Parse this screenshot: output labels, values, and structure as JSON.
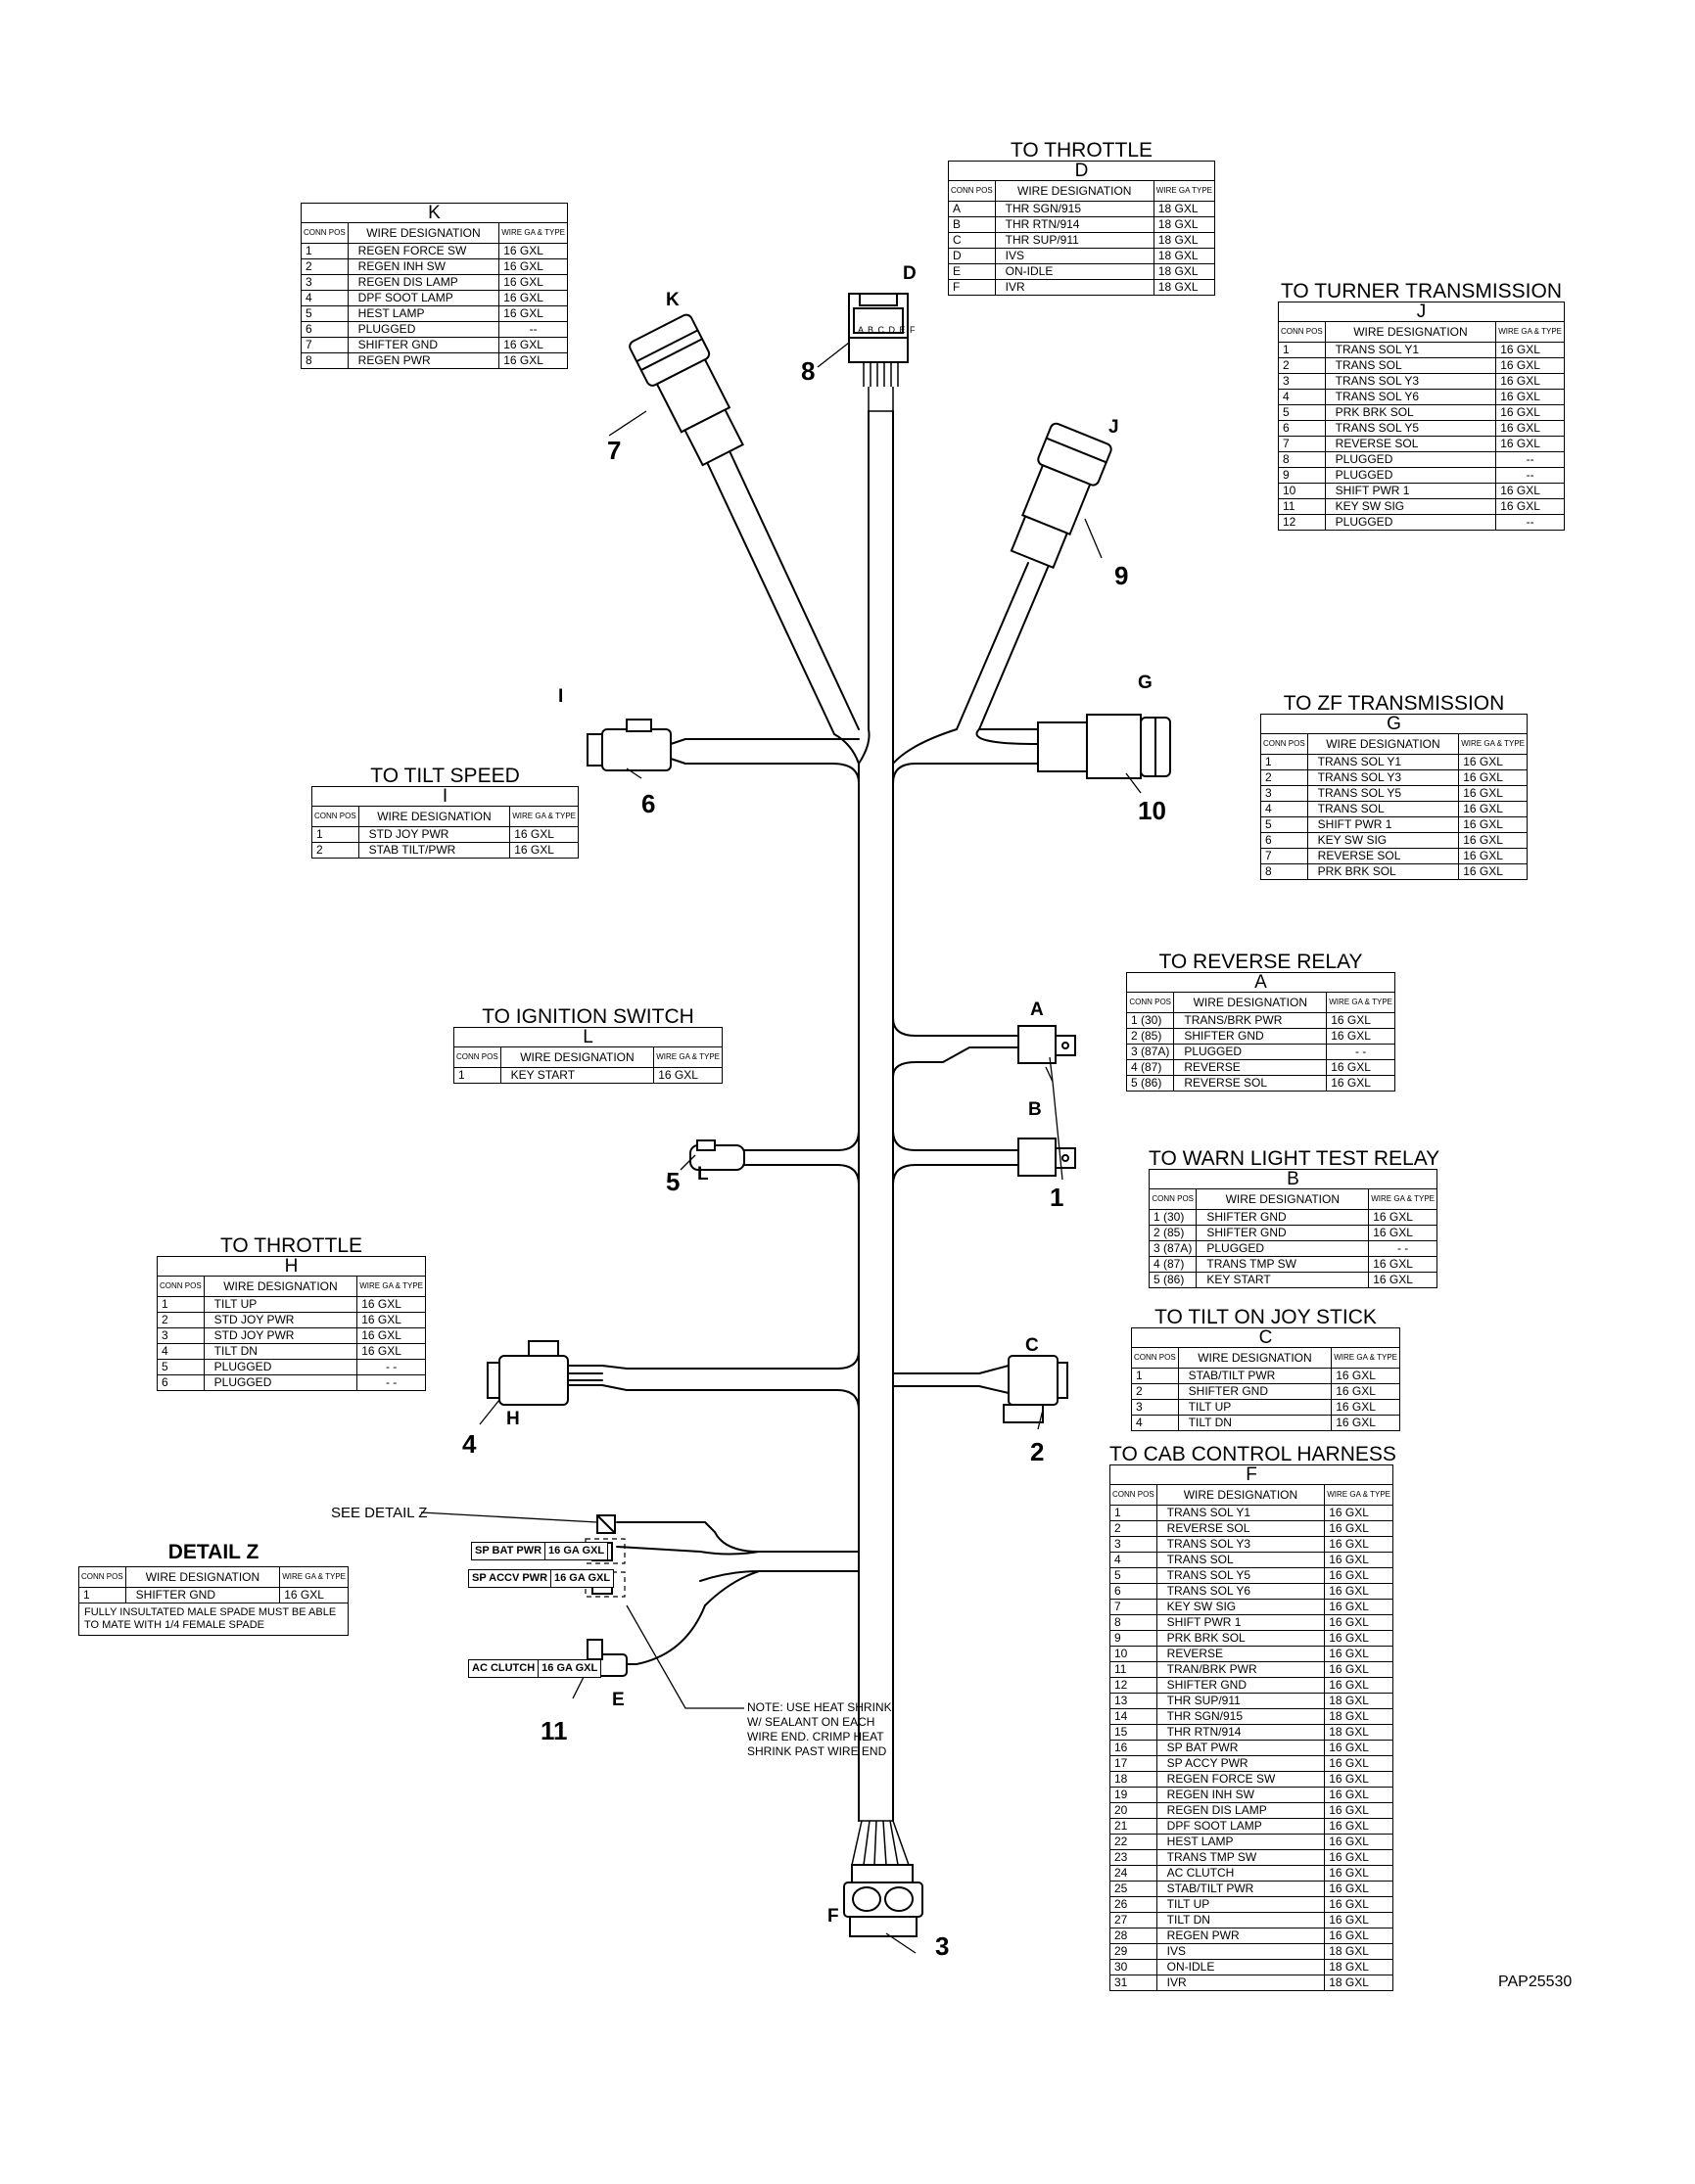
{
  "tables": {
    "K": {
      "title": "",
      "letter": "K",
      "h_pos": "CONN POS",
      "h_wire": "WIRE DESIGNATION",
      "h_ga": "WIRE GA & TYPE",
      "rows": [
        [
          "1",
          "REGEN FORCE SW",
          "16 GXL"
        ],
        [
          "2",
          "REGEN INH SW",
          "16 GXL"
        ],
        [
          "3",
          "REGEN DIS LAMP",
          "16 GXL"
        ],
        [
          "4",
          "DPF SOOT LAMP",
          "16 GXL"
        ],
        [
          "5",
          "HEST LAMP",
          "16 GXL"
        ],
        [
          "6",
          "PLUGGED",
          "--"
        ],
        [
          "7",
          "SHIFTER GND",
          "16 GXL"
        ],
        [
          "8",
          "REGEN PWR",
          "16 GXL"
        ]
      ]
    },
    "D": {
      "title": "TO THROTTLE",
      "letter": "D",
      "h_pos": "CONN POS",
      "h_wire": "WIRE DESIGNATION",
      "h_ga": "WIRE GA TYPE",
      "rows": [
        [
          "A",
          "THR SGN/915",
          "18 GXL"
        ],
        [
          "B",
          "THR RTN/914",
          "18 GXL"
        ],
        [
          "C",
          "THR SUP/911",
          "18 GXL"
        ],
        [
          "D",
          "IVS",
          "18 GXL"
        ],
        [
          "E",
          "ON-IDLE",
          "18 GXL"
        ],
        [
          "F",
          "IVR",
          "18 GXL"
        ]
      ]
    },
    "J": {
      "title": "TO TURNER TRANSMISSION",
      "letter": "J",
      "h_pos": "CONN POS",
      "h_wire": "WIRE DESIGNATION",
      "h_ga": "WIRE GA & TYPE",
      "rows": [
        [
          "1",
          "TRANS SOL Y1",
          "16 GXL"
        ],
        [
          "2",
          "TRANS SOL",
          "16 GXL"
        ],
        [
          "3",
          "TRANS SOL Y3",
          "16 GXL"
        ],
        [
          "4",
          "TRANS SOL Y6",
          "16 GXL"
        ],
        [
          "5",
          "PRK BRK SOL",
          "16 GXL"
        ],
        [
          "6",
          "TRANS SOL Y5",
          "16 GXL"
        ],
        [
          "7",
          "REVERSE SOL",
          "16 GXL"
        ],
        [
          "8",
          "PLUGGED",
          "--"
        ],
        [
          "9",
          "PLUGGED",
          "--"
        ],
        [
          "10",
          "SHIFT PWR 1",
          "16 GXL"
        ],
        [
          "11",
          "KEY SW SIG",
          "16 GXL"
        ],
        [
          "12",
          "PLUGGED",
          "--"
        ]
      ]
    },
    "G": {
      "title": "TO ZF TRANSMISSION",
      "letter": "G",
      "h_pos": "CONN POS",
      "h_wire": "WIRE DESIGNATION",
      "h_ga": "WIRE GA & TYPE",
      "rows": [
        [
          "1",
          "TRANS SOL Y1",
          "16 GXL"
        ],
        [
          "2",
          "TRANS SOL Y3",
          "16 GXL"
        ],
        [
          "3",
          "TRANS SOL Y5",
          "16 GXL"
        ],
        [
          "4",
          "TRANS SOL",
          "16 GXL"
        ],
        [
          "5",
          "SHIFT PWR 1",
          "16 GXL"
        ],
        [
          "6",
          "KEY SW SIG",
          "16 GXL"
        ],
        [
          "7",
          "REVERSE SOL",
          "16 GXL"
        ],
        [
          "8",
          "PRK BRK SOL",
          "16 GXL"
        ]
      ]
    },
    "I": {
      "title": "TO TILT SPEED",
      "letter": "I",
      "h_pos": "CONN POS",
      "h_wire": "WIRE DESIGNATION",
      "h_ga": "WIRE GA & TYPE",
      "rows": [
        [
          "1",
          "STD JOY PWR",
          "16 GXL"
        ],
        [
          "2",
          "STAB TILT/PWR",
          "16 GXL"
        ]
      ]
    },
    "A": {
      "title": "TO REVERSE RELAY",
      "letter": "A",
      "h_pos": "CONN POS",
      "h_wire": "WIRE DESIGNATION",
      "h_ga": "WIRE GA & TYPE",
      "rows": [
        [
          "1 (30)",
          "TRANS/BRK PWR",
          "16 GXL"
        ],
        [
          "2 (85)",
          "SHIFTER GND",
          "16 GXL"
        ],
        [
          "3 (87A)",
          "PLUGGED",
          "- -"
        ],
        [
          "4 (87)",
          "REVERSE",
          "16 GXL"
        ],
        [
          "5 (86)",
          "REVERSE SOL",
          "16 GXL"
        ]
      ]
    },
    "L": {
      "title": "TO IGNITION SWITCH",
      "letter": "L",
      "h_pos": "CONN POS",
      "h_wire": "WIRE DESIGNATION",
      "h_ga": "WIRE GA & TYPE",
      "rows": [
        [
          "1",
          "KEY START",
          "16 GXL"
        ]
      ]
    },
    "B": {
      "title": "TO WARN LIGHT TEST RELAY",
      "letter": "B",
      "h_pos": "CONN POS",
      "h_wire": "WIRE DESIGNATION",
      "h_ga": "WIRE GA & TYPE",
      "rows": [
        [
          "1 (30)",
          "SHIFTER GND",
          "16 GXL"
        ],
        [
          "2 (85)",
          "SHIFTER GND",
          "16 GXL"
        ],
        [
          "3 (87A)",
          "PLUGGED",
          "- -"
        ],
        [
          "4 (87)",
          "TRANS TMP SW",
          "16 GXL"
        ],
        [
          "5 (86)",
          "KEY START",
          "16 GXL"
        ]
      ]
    },
    "H": {
      "title": "TO THROTTLE",
      "letter": "H",
      "h_pos": "CONN POS",
      "h_wire": "WIRE DESIGNATION",
      "h_ga": "WIRE GA & TYPE",
      "rows": [
        [
          "1",
          "TILT UP",
          "16 GXL"
        ],
        [
          "2",
          "STD JOY PWR",
          "16 GXL"
        ],
        [
          "3",
          "STD JOY PWR",
          "16 GXL"
        ],
        [
          "4",
          "TILT DN",
          "16 GXL"
        ],
        [
          "5",
          "PLUGGED",
          "- -"
        ],
        [
          "6",
          "PLUGGED",
          "- -"
        ]
      ]
    },
    "C": {
      "title": "TO TILT ON JOY STICK",
      "letter": "C",
      "h_pos": "CONN POS",
      "h_wire": "WIRE DESIGNATION",
      "h_ga": "WIRE GA & TYPE",
      "rows": [
        [
          "1",
          "STAB/TILT PWR",
          "16 GXL"
        ],
        [
          "2",
          "SHIFTER GND",
          "16 GXL"
        ],
        [
          "3",
          "TILT UP",
          "16 GXL"
        ],
        [
          "4",
          "TILT DN",
          "16 GXL"
        ]
      ]
    },
    "Z": {
      "title": "DETAIL Z",
      "letter": "",
      "h_pos": "CONN POS",
      "h_wire": "WIRE DESIGNATION",
      "h_ga": "WIRE GA & TYPE",
      "rows": [
        [
          "1",
          "SHIFTER GND",
          "16 GXL"
        ]
      ],
      "note": "FULLY INSULTATED MALE SPADE MUST BE ABLE TO MATE WITH 1/4 FEMALE SPADE"
    },
    "F": {
      "title": "TO CAB CONTROL HARNESS",
      "letter": "F",
      "h_pos": "CONN POS",
      "h_wire": "WIRE DESIGNATION",
      "h_ga": "WIRE GA & TYPE",
      "rows": [
        [
          "1",
          "TRANS SOL Y1",
          "16 GXL"
        ],
        [
          "2",
          "REVERSE SOL",
          "16 GXL"
        ],
        [
          "3",
          "TRANS SOL Y3",
          "16 GXL"
        ],
        [
          "4",
          "TRANS SOL",
          "16 GXL"
        ],
        [
          "5",
          "TRANS SOL Y5",
          "16 GXL"
        ],
        [
          "6",
          "TRANS SOL Y6",
          "16 GXL"
        ],
        [
          "7",
          "KEY SW SIG",
          "16 GXL"
        ],
        [
          "8",
          "SHIFT PWR 1",
          "16 GXL"
        ],
        [
          "9",
          "PRK BRK SOL",
          "16 GXL"
        ],
        [
          "10",
          "REVERSE",
          "16 GXL"
        ],
        [
          "11",
          "TRAN/BRK PWR",
          "16 GXL"
        ],
        [
          "12",
          "SHIFTER GND",
          "16 GXL"
        ],
        [
          "13",
          "THR SUP/911",
          "18 GXL"
        ],
        [
          "14",
          "THR SGN/915",
          "18 GXL"
        ],
        [
          "15",
          "THR RTN/914",
          "18 GXL"
        ],
        [
          "16",
          "SP BAT PWR",
          "16 GXL"
        ],
        [
          "17",
          "SP ACCY PWR",
          "16 GXL"
        ],
        [
          "18",
          "REGEN FORCE SW",
          "16 GXL"
        ],
        [
          "19",
          "REGEN INH SW",
          "16 GXL"
        ],
        [
          "20",
          "REGEN DIS LAMP",
          "16 GXL"
        ],
        [
          "21",
          "DPF SOOT LAMP",
          "16 GXL"
        ],
        [
          "22",
          "HEST LAMP",
          "16 GXL"
        ],
        [
          "23",
          "TRANS TMP SW",
          "16 GXL"
        ],
        [
          "24",
          "AC CLUTCH",
          "16 GXL"
        ],
        [
          "25",
          "STAB/TILT PWR",
          "16 GXL"
        ],
        [
          "26",
          "TILT UP",
          "16 GXL"
        ],
        [
          "27",
          "TILT DN",
          "16 GXL"
        ],
        [
          "28",
          "REGEN PWR",
          "16 GXL"
        ],
        [
          "29",
          "IVS",
          "18 GXL"
        ],
        [
          "30",
          "ON-IDLE",
          "18 GXL"
        ],
        [
          "31",
          "IVR",
          "18 GXL"
        ]
      ]
    }
  },
  "item_numbers": {
    "n1": "1",
    "n2": "2",
    "n3": "3",
    "n4": "4",
    "n5": "5",
    "n6": "6",
    "n7": "7",
    "n8": "8",
    "n9": "9",
    "n10": "10",
    "n11": "11"
  },
  "connector_letters": {
    "K": "K",
    "D": "D",
    "J": "J",
    "I": "I",
    "G": "G",
    "A": "A",
    "B": "B",
    "L": "L",
    "C": "C",
    "H": "H",
    "F": "F",
    "E": "E"
  },
  "pin_letters": "A B C D E F",
  "annotations": {
    "see_detail": "SEE DETAIL Z",
    "note": [
      "NOTE: USE HEAT SHRINK",
      "W/ SEALANT ON EACH",
      "WIRE END. CRIMP HEAT",
      "SHRINK PAST WIRE END"
    ],
    "drawing_id": "PAP25530"
  },
  "wire_tags": [
    {
      "name": "SP BAT PWR",
      "gauge": "16 GA GXL"
    },
    {
      "name": "SP ACCV PWR",
      "gauge": "16 GA GXL"
    },
    {
      "name": "AC CLUTCH",
      "gauge": "16 GA GXL"
    }
  ]
}
